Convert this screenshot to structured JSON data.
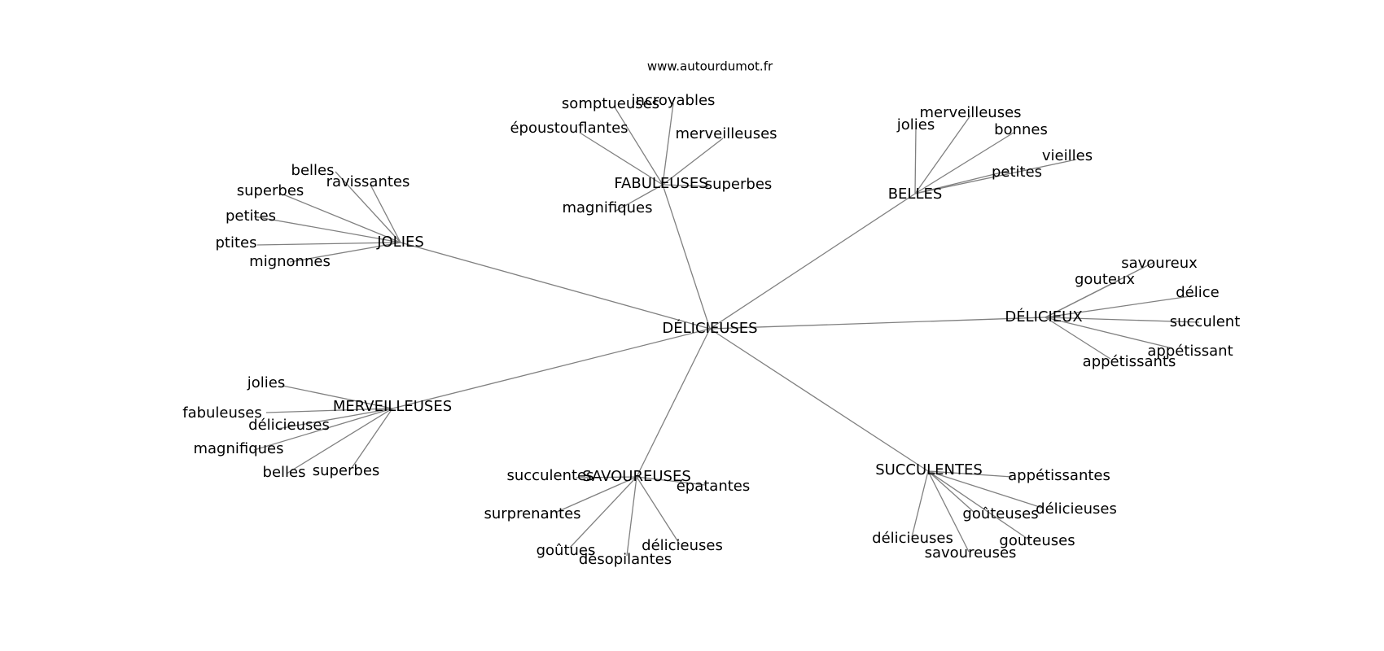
{
  "watermark": "www.autourdumot.fr",
  "graph": {
    "center": "DÉLICIEUSES",
    "branches": [
      {
        "label": "JOLIES",
        "leaves": [
          "belles",
          "ravissantes",
          "superbes",
          "petites",
          "ptites",
          "mignonnes"
        ]
      },
      {
        "label": "FABULEUSES",
        "leaves": [
          "somptueuses",
          "incroyables",
          "époustouflantes",
          "merveilleuses",
          "superbes",
          "magnifiques"
        ]
      },
      {
        "label": "BELLES",
        "leaves": [
          "jolies",
          "merveilleuses",
          "bonnes",
          "vieilles",
          "petites"
        ]
      },
      {
        "label": "DÉLICIEUX",
        "leaves": [
          "savoureux",
          "gouteux",
          "délice",
          "succulent",
          "appétissant",
          "appétissants"
        ]
      },
      {
        "label": "SUCCULENTES",
        "leaves": [
          "appétissantes",
          "délicieuses",
          "goûteuses",
          "gouteuses",
          "délicieuses",
          "savoureuses"
        ]
      },
      {
        "label": "SAVOUREUSES",
        "leaves": [
          "succulentes",
          "épatantes",
          "surprenantes",
          "goûtues",
          "délicieuses",
          "désopilantes"
        ]
      },
      {
        "label": "MERVEILLEUSES",
        "leaves": [
          "jolies",
          "fabuleuses",
          "délicieuses",
          "magnifiques",
          "belles",
          "superbes"
        ]
      }
    ]
  }
}
